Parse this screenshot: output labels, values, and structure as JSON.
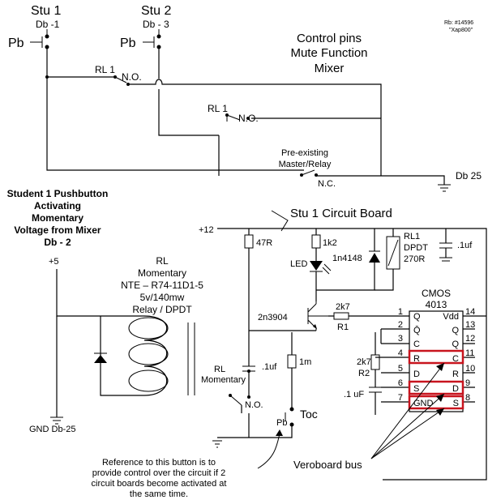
{
  "labels": {
    "stu1": "Stu 1",
    "stu2": "Stu 2",
    "db1": "Db -1",
    "db3": "Db - 3",
    "pb": "Pb",
    "ref_line1": "Rb: #14596",
    "ref_line2": "\"Xap800\"",
    "control_line1": "Control pins",
    "control_line2": "Mute Function",
    "control_line3": "Mixer",
    "rl1": "RL 1",
    "no": "N.O.",
    "nc": "N.C.",
    "preexisting_line1": "Pre-existing",
    "preexisting_line2": "Master/Relay",
    "db25": "Db 25",
    "student_line1": "Student 1 Pushbutton",
    "student_line2": "Activating",
    "student_line3": "Momentary",
    "student_line4": "Voltage from Mixer",
    "student_line5": "Db - 2",
    "plus5": "+5",
    "plus12": "+12",
    "circuit_board": "Stu 1 Circuit Board",
    "relay_line1": "RL",
    "relay_line2": "Momentary",
    "relay_line3": "NTE – R74-11D1-5",
    "relay_line4": "5v/140mw",
    "relay_line5": "Relay / DPDT",
    "gnd": "GND Db-25",
    "r47": "47R",
    "r1k2": "1k2",
    "diode": "1n4148",
    "rl1_line1": "RL1",
    "rl1_line2": "DPDT",
    "rl1_line3": "270R",
    "cap_1uf": ".1uf",
    "led": "LED",
    "transistor": "2n3904",
    "r2k7a": "2k7",
    "r1": "R1",
    "r2k7b": "2k7",
    "r2": "R2",
    "r1m": "1m",
    "cap_1uf_b": ".1uf",
    "cap_1uF_c": ".1 uF",
    "rl_mom_line1": "RL",
    "rl_mom_line2": "Momentary",
    "toc": "Toc",
    "pb2": "Pb",
    "cmos_line1": "CMOS",
    "cmos_line2": "4013",
    "bus": "Veroboard bus",
    "note_line1": "Reference to this button is to",
    "note_line2": "provide control over the circuit if 2",
    "note_line3": "circuit boards become activated at",
    "note_line4": "the same time."
  },
  "ic": {
    "left_pins": [
      {
        "num": "1",
        "name": "Q"
      },
      {
        "num": "2",
        "name": "Q̄"
      },
      {
        "num": "3",
        "name": "C"
      },
      {
        "num": "4",
        "name": "R"
      },
      {
        "num": "5",
        "name": "D"
      },
      {
        "num": "6",
        "name": "S"
      },
      {
        "num": "7",
        "name": "GND"
      }
    ],
    "right_pins": [
      {
        "num": "14",
        "name": "Vdd"
      },
      {
        "num": "13",
        "name": "Q"
      },
      {
        "num": "12",
        "name": "Q"
      },
      {
        "num": "11",
        "name": "C"
      },
      {
        "num": "10",
        "name": "R"
      },
      {
        "num": "9",
        "name": "D"
      },
      {
        "num": "8",
        "name": "S"
      }
    ]
  },
  "colors": {
    "wire": "#000000",
    "highlight": "#c8141e",
    "background": "#ffffff"
  }
}
